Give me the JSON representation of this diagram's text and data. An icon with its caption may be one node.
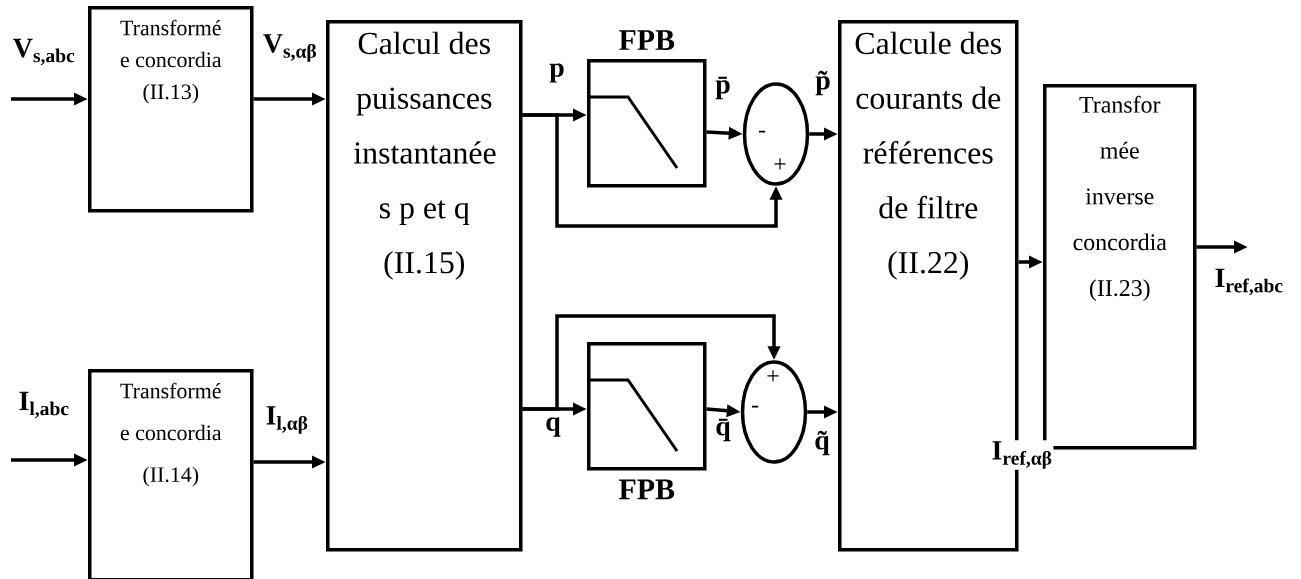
{
  "diagram": {
    "nodes": [
      {
        "text": [
          "Transformé e concordia (II.13)"
        ]
      },
      {
        "text": [
          "Transformé e concordia (II.14)"
        ]
      },
      {
        "text": [
          "Calcul des puissances instantanée s p et q (II.15)"
        ]
      },
      {
        "text": [
          "FPB"
        ]
      },
      {
        "text": [
          "-",
          "+"
        ]
      },
      {
        "text": [
          "FPB"
        ]
      },
      {
        "text": [
          "+",
          "-"
        ]
      },
      {
        "text": [
          "Calcule des courants de références de filtre (II.22)"
        ]
      },
      {
        "text": [
          "Transfor mée inverse concordia (II.23)"
        ]
      }
    ],
    "edges": [
      {
        "from": null,
        "to": 0,
        "arrow": "to",
        "label": "V$_{s,abc}$"
      },
      {
        "from": 0,
        "to": 2,
        "arrow": "to",
        "label": "V$_{s,αβ}$"
      },
      {
        "from": null,
        "to": 1,
        "arrow": "to",
        "label": "I$_{l,abc}$"
      },
      {
        "from": 1,
        "to": 2,
        "arrow": "to",
        "label": "I$_{l,αβ}$"
      },
      {
        "from": 2,
        "to": 3,
        "arrow": "to",
        "label": "p"
      },
      {
        "from": 2,
        "to": 4,
        "arrow": "to"
      },
      {
        "from": 3,
        "to": 4,
        "arrow": "to",
        "label": "p̄"
      },
      {
        "from": 4,
        "to": 7,
        "arrow": "to",
        "label": "p̃"
      },
      {
        "from": 2,
        "to": 5,
        "arrow": "to",
        "label": "q"
      },
      {
        "from": 2,
        "to": 6,
        "arrow": "to"
      },
      {
        "from": 5,
        "to": 6,
        "arrow": "to",
        "label": "q̄"
      },
      {
        "from": 6,
        "to": 7,
        "arrow": "to",
        "label": "q̃"
      },
      {
        "from": 7,
        "to": 8,
        "arrow": "to"
      },
      {
        "from": 8,
        "to": null,
        "arrow": "to",
        "label": "I$_{ref,abc}$"
      }
    ],
    "labels": [
      "I$_{ref,αβ}$"
    ]
  }
}
